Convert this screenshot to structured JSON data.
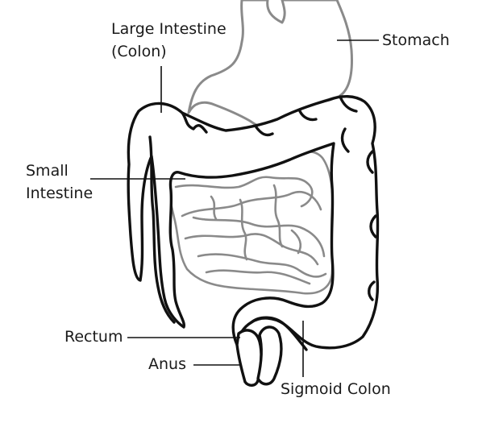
{
  "labels": {
    "large_intestine": "Large Intestine",
    "colon": "(Colon)",
    "stomach": "Stomach",
    "small_1": "Small",
    "small_2": "Intestine",
    "rectum": "Rectum",
    "anus": "Anus",
    "sigmoid": "Sigmoid Colon"
  },
  "colors": {
    "outline": "#111111",
    "organ_gray": "#8a8a8a",
    "background": "#ffffff"
  }
}
